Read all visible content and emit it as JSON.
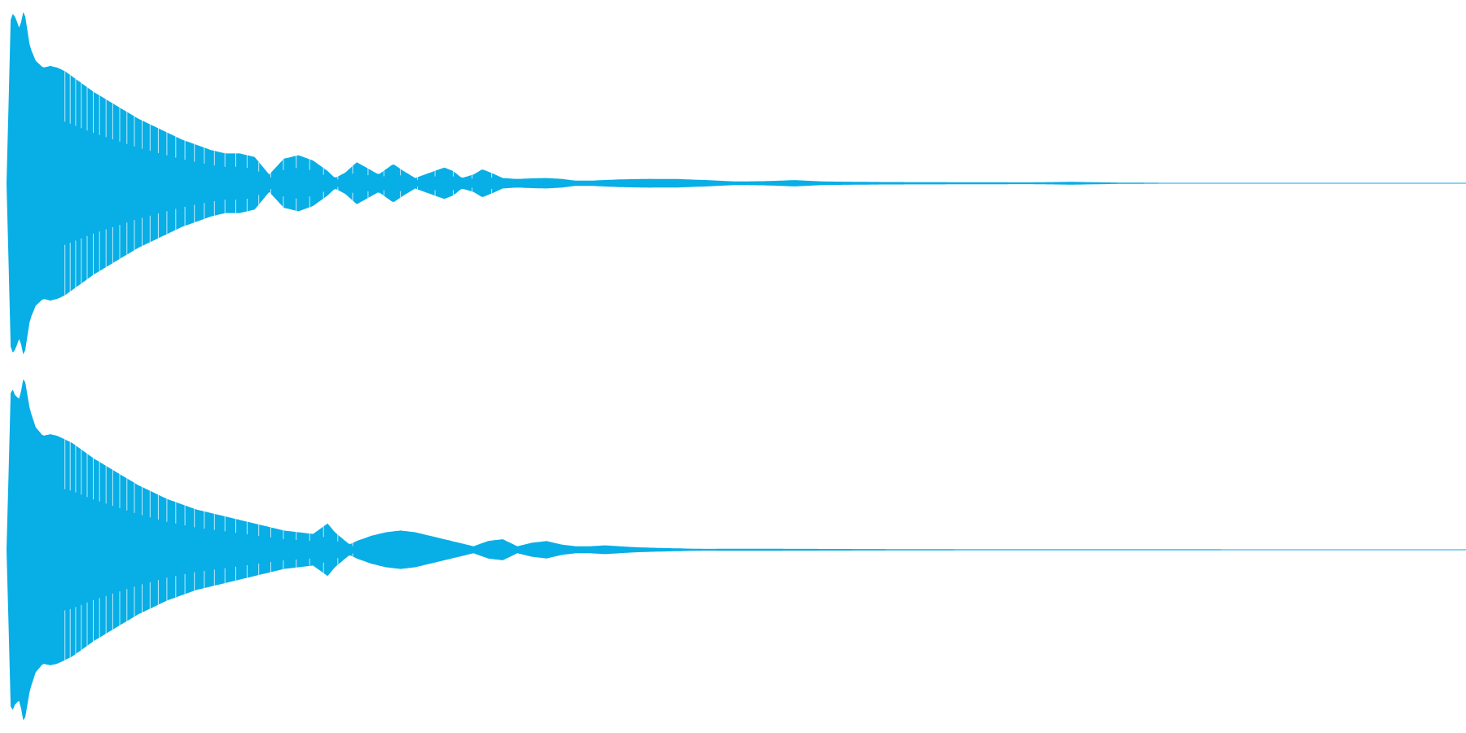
{
  "colors": {
    "background": "#ffffff",
    "waveform": "#08aee6"
  },
  "chart_data": {
    "type": "area",
    "x_range": [
      0,
      1
    ],
    "y_range": [
      -1,
      1
    ],
    "grid": false,
    "channels": [
      {
        "envelope_x": [
          0.0,
          0.003,
          0.006,
          0.009,
          0.012,
          0.016,
          0.02,
          0.025,
          0.03,
          0.035,
          0.04,
          0.045,
          0.05,
          0.055,
          0.06,
          0.07,
          0.08,
          0.09,
          0.1,
          0.11,
          0.12,
          0.13,
          0.14,
          0.15,
          0.16,
          0.17,
          0.18,
          0.19,
          0.2,
          0.21,
          0.22,
          0.225,
          0.232,
          0.24,
          0.255,
          0.265,
          0.272,
          0.28,
          0.29,
          0.3,
          0.306,
          0.312,
          0.32,
          0.326,
          0.332,
          0.34,
          0.348,
          0.352,
          0.36,
          0.37,
          0.38,
          0.39,
          0.4,
          0.42,
          0.44,
          0.46,
          0.48,
          0.5,
          0.52,
          0.54,
          0.56,
          0.6,
          0.66,
          0.7,
          0.73,
          0.76,
          0.8,
          1.0
        ],
        "amplitude": [
          0.0,
          0.98,
          0.95,
          0.88,
          1.0,
          0.78,
          0.7,
          0.66,
          0.67,
          0.66,
          0.64,
          0.61,
          0.58,
          0.55,
          0.52,
          0.47,
          0.42,
          0.37,
          0.33,
          0.29,
          0.25,
          0.22,
          0.19,
          0.17,
          0.17,
          0.15,
          0.05,
          0.14,
          0.16,
          0.13,
          0.07,
          0.03,
          0.06,
          0.12,
          0.05,
          0.11,
          0.07,
          0.03,
          0.06,
          0.09,
          0.07,
          0.03,
          0.05,
          0.08,
          0.06,
          0.03,
          0.025,
          0.025,
          0.028,
          0.03,
          0.025,
          0.015,
          0.015,
          0.022,
          0.025,
          0.024,
          0.018,
          0.01,
          0.012,
          0.018,
          0.01,
          0.007,
          0.006,
          0.005,
          0.008,
          0.004,
          0.002,
          0.002
        ],
        "oscillation_bands": [
          0.04,
          0.34
        ]
      },
      {
        "envelope_x": [
          0.0,
          0.003,
          0.006,
          0.009,
          0.012,
          0.016,
          0.02,
          0.025,
          0.03,
          0.035,
          0.04,
          0.045,
          0.05,
          0.055,
          0.06,
          0.07,
          0.08,
          0.09,
          0.1,
          0.11,
          0.12,
          0.13,
          0.14,
          0.15,
          0.16,
          0.17,
          0.18,
          0.19,
          0.2,
          0.21,
          0.22,
          0.225,
          0.235,
          0.24,
          0.25,
          0.26,
          0.27,
          0.28,
          0.29,
          0.3,
          0.31,
          0.32,
          0.33,
          0.34,
          0.345,
          0.35,
          0.36,
          0.37,
          0.375,
          0.38,
          0.39,
          0.4,
          0.41,
          0.42,
          0.43,
          0.44,
          0.45,
          0.46,
          0.47,
          0.48,
          0.5,
          0.55,
          0.6,
          0.65,
          0.7,
          1.0
        ],
        "amplitude": [
          0.0,
          0.94,
          0.88,
          0.86,
          1.0,
          0.8,
          0.7,
          0.65,
          0.66,
          0.65,
          0.63,
          0.61,
          0.58,
          0.55,
          0.52,
          0.47,
          0.42,
          0.37,
          0.33,
          0.29,
          0.26,
          0.23,
          0.21,
          0.19,
          0.17,
          0.15,
          0.13,
          0.11,
          0.1,
          0.09,
          0.15,
          0.1,
          0.03,
          0.05,
          0.08,
          0.1,
          0.11,
          0.1,
          0.08,
          0.06,
          0.04,
          0.02,
          0.05,
          0.06,
          0.04,
          0.02,
          0.04,
          0.05,
          0.04,
          0.03,
          0.02,
          0.02,
          0.025,
          0.02,
          0.015,
          0.012,
          0.01,
          0.008,
          0.006,
          0.005,
          0.006,
          0.005,
          0.004,
          0.003,
          0.003,
          0.002
        ],
        "oscillation_bands": [
          0.04,
          0.24
        ]
      }
    ]
  }
}
